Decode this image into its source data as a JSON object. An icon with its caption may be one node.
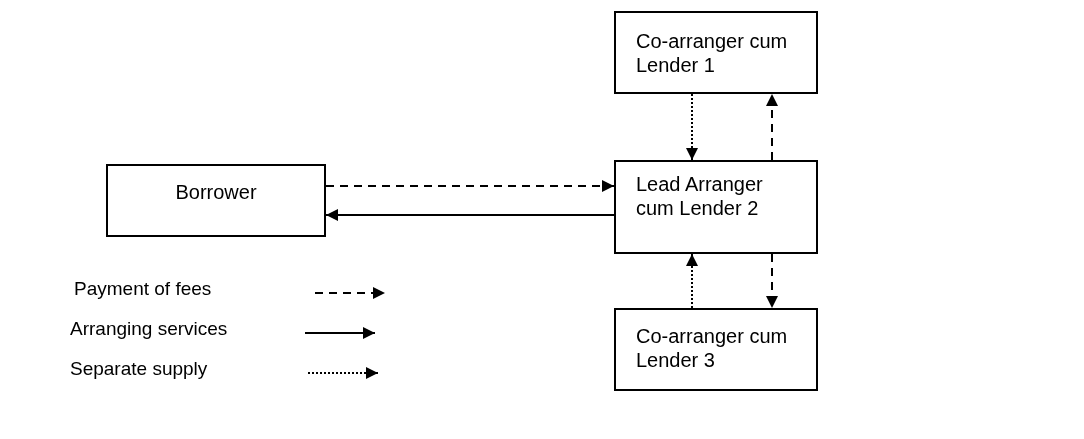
{
  "diagram": {
    "nodes": [
      {
        "text": [
          "Co-arranger cum Lender 1"
        ]
      },
      {
        "text": [
          "Borrower"
        ]
      },
      {
        "text": [
          "Lead Arranger cum Lender 2"
        ]
      },
      {
        "text": [
          "Co-arranger cum Lender 3"
        ]
      }
    ],
    "edges": [
      {
        "from": 1,
        "to": 2,
        "arrow": "to",
        "style": "dashed"
      },
      {
        "from": 2,
        "to": 1,
        "arrow": "to"
      },
      {
        "from": 0,
        "to": 2,
        "arrow": "to",
        "style": "dashed"
      },
      {
        "from": 2,
        "to": 0,
        "arrow": "to",
        "style": "dashed"
      },
      {
        "from": 3,
        "to": 2,
        "arrow": "to",
        "style": "dashed"
      },
      {
        "from": 2,
        "to": 3,
        "arrow": "to",
        "style": "dashed"
      }
    ],
    "legend": [
      {
        "text": "Payment of fees"
      },
      {
        "text": "Arranging services"
      },
      {
        "text": "Separate supply"
      }
    ]
  }
}
